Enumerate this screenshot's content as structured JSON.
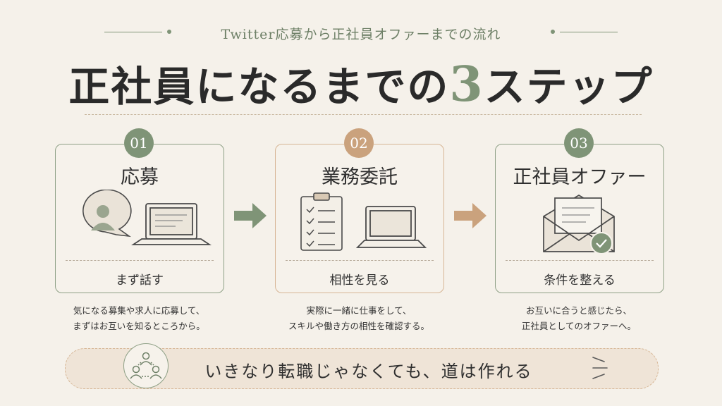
{
  "header": {
    "subtitle": "Twitter応募から正社員オファーまでの流れ",
    "title_prefix": "正社員になるまでの",
    "title_number": "3",
    "title_suffix": "ステップ"
  },
  "steps": [
    {
      "number": "01",
      "title": "応募",
      "footer": "まず話す",
      "desc": [
        "気になる募集や求人に応募して、",
        "まずはお互いを知るところから。"
      ],
      "icon": "chat-laptop-icon"
    },
    {
      "number": "02",
      "title": "業務委託",
      "footer": "相性を見る",
      "desc": [
        "実際に一緒に仕事をして、",
        "スキルや働き方の相性を確認する。"
      ],
      "icon": "clipboard-laptop-icon"
    },
    {
      "number": "03",
      "title": "正社員オファー",
      "footer": "条件を整える",
      "desc": [
        "お互いに合うと感じたら、",
        "正社員としてのオファーへ。"
      ],
      "icon": "envelope-check-icon"
    }
  ],
  "banner": {
    "text": "いきなり転職じゃなくても、道は作れる",
    "icon": "people-network-icon"
  },
  "colors": {
    "background": "#f5f1ea",
    "green": "#7f9477",
    "tan": "#caa27d",
    "text": "#2f2f2f"
  }
}
